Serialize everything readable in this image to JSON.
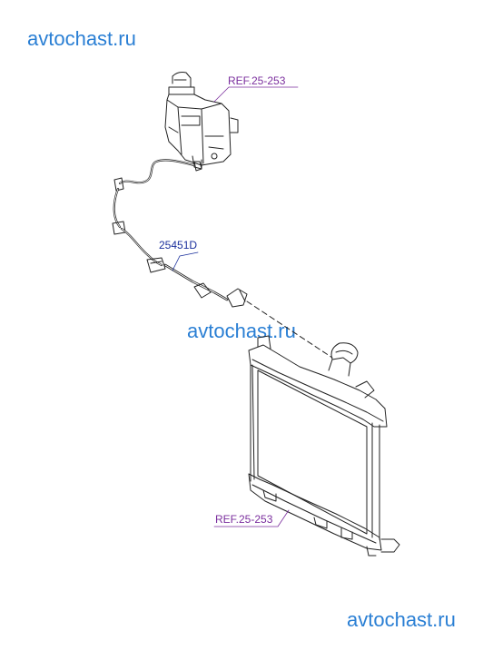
{
  "watermarks": {
    "top": "avtochast.ru",
    "middle": "avtochast.ru",
    "bottom": "avtochast.ru"
  },
  "labels": {
    "reservoir_ref": "REF.25-253",
    "hose_part": "25451D",
    "radiator_ref": "REF.25-253"
  },
  "colors": {
    "watermark": "#2a7fd4",
    "ref_label": "#7b2f9e",
    "part_label": "#1a2f9c",
    "line_art": "#222222"
  }
}
